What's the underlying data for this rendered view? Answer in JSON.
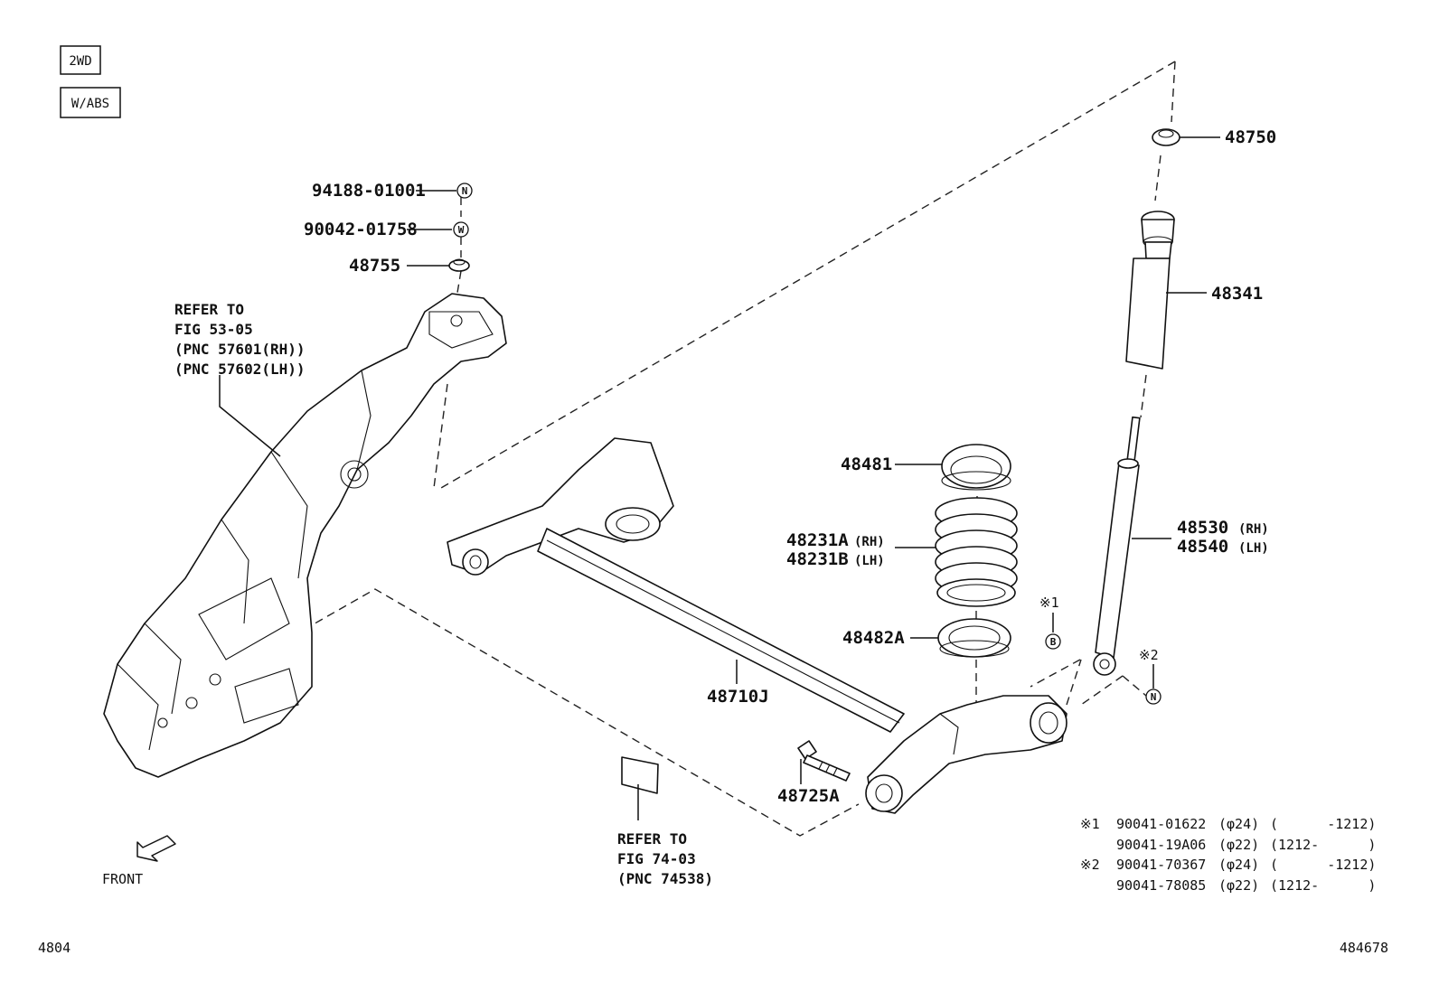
{
  "badges": {
    "drive": "2WD",
    "abs": "W/ABS"
  },
  "parts": {
    "p94188": "94188-01001",
    "p90042": "90042-01758",
    "p48755": "48755",
    "p48750": "48750",
    "p48341": "48341",
    "p48481": "48481",
    "p48231a": "48231A",
    "p48231a_side": "(RH)",
    "p48231b": "48231B",
    "p48231b_side": "(LH)",
    "p48482a": "48482A",
    "p48530": "48530",
    "p48530_side": "(RH)",
    "p48540": "48540",
    "p48540_side": "(LH)",
    "p48710j": "48710J",
    "p48725a": "48725A"
  },
  "markers": {
    "n": "N",
    "w": "W",
    "b": "B",
    "ref1": "※1",
    "ref2": "※2"
  },
  "refer_body": {
    "line1": "REFER TO",
    "line2": "FIG 53-05",
    "line3": "(PNC 57601(RH))",
    "line4": "(PNC 57602(LH))"
  },
  "refer_plate": {
    "line1": "REFER TO",
    "line2": "FIG 74-03",
    "line3": "(PNC 74538)"
  },
  "front_label": "FRONT",
  "notes": [
    {
      "mark": "※1",
      "part": "90041-01622",
      "size": "(φ24)",
      "range": "(      -1212)"
    },
    {
      "mark": "",
      "part": "90041-19A06",
      "size": "(φ22)",
      "range": "(1212-      )"
    },
    {
      "mark": "※2",
      "part": "90041-70367",
      "size": "(φ24)",
      "range": "(      -1212)"
    },
    {
      "mark": "",
      "part": "90041-78085",
      "size": "(φ22)",
      "range": "(1212-      )"
    }
  ],
  "corner": {
    "left": "4804",
    "right": "484678"
  }
}
